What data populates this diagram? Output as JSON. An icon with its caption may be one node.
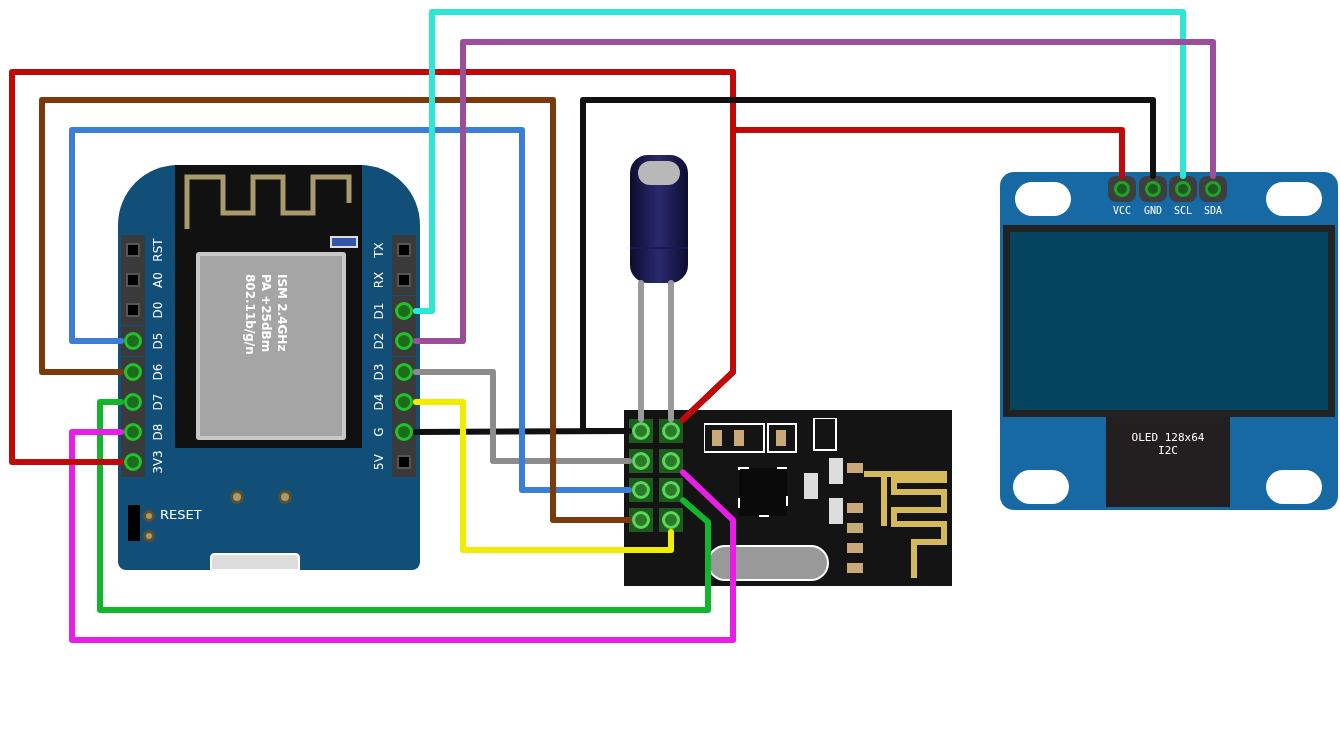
{
  "diagram": {
    "nodes": [
      {
        "text": [],
        "shape": "box"
      },
      {
        "text": [
          "RST"
        ],
        "in": 0
      },
      {
        "text": [
          "A0"
        ],
        "in": 0
      },
      {
        "text": [
          "D0"
        ],
        "in": 0
      },
      {
        "text": [
          "D5"
        ],
        "in": 0
      },
      {
        "text": [
          "D6"
        ],
        "in": 0
      },
      {
        "text": [
          "D7"
        ],
        "in": 0
      },
      {
        "text": [
          "D8"
        ],
        "in": 0
      },
      {
        "text": [
          "3V3"
        ],
        "in": 0
      },
      {
        "text": [
          "TX"
        ],
        "in": 0
      },
      {
        "text": [
          "RX"
        ],
        "in": 0
      },
      {
        "text": [
          "D1"
        ],
        "in": 0
      },
      {
        "text": [
          "D2"
        ],
        "in": 0
      },
      {
        "text": [
          "D3"
        ],
        "in": 0
      },
      {
        "text": [
          "D4"
        ],
        "in": 0
      },
      {
        "text": [
          "G"
        ],
        "in": 0
      },
      {
        "text": [
          "5V"
        ],
        "in": 0
      },
      {
        "text": [],
        "shape": "cylinder"
      },
      {
        "text": [],
        "shape": "box"
      },
      {
        "text": [],
        "shape": "circle",
        "in": 18
      },
      {
        "text": [],
        "shape": "circle",
        "in": 18
      },
      {
        "text": [],
        "shape": "circle",
        "in": 18
      },
      {
        "text": [],
        "shape": "circle",
        "in": 18
      },
      {
        "text": [],
        "shape": "circle",
        "in": 18
      },
      {
        "text": [],
        "shape": "circle",
        "in": 18
      },
      {
        "text": [],
        "shape": "circle",
        "in": 18
      },
      {
        "text": [],
        "shape": "circle",
        "in": 18
      },
      {
        "text": [
          "OLED 128x64 I2C"
        ]
      },
      {
        "text": [
          "VCC"
        ],
        "in": 27
      },
      {
        "text": [
          "GND"
        ],
        "in": 27
      },
      {
        "text": [
          "SCL"
        ],
        "in": 27
      },
      {
        "text": [
          "SDA"
        ],
        "in": 27
      }
    ],
    "edges": [
      {
        "from": 17,
        "to": 19,
        "arrow": "none",
        "color": "#9a9a9a"
      },
      {
        "from": 17,
        "to": 20,
        "arrow": "none",
        "color": "#9a9a9a"
      },
      {
        "from": 15,
        "to": 19,
        "arrow": "none",
        "color": "#111111"
      },
      {
        "from": 13,
        "to": 21,
        "arrow": "none",
        "color": "#8c8c8c"
      },
      {
        "from": 4,
        "to": 23,
        "arrow": "none",
        "color": "#3a7fd5"
      },
      {
        "from": 5,
        "to": 25,
        "arrow": "none",
        "color": "#7a3a0c"
      },
      {
        "from": 14,
        "to": 26,
        "arrow": "none",
        "color": "#f2ec00"
      },
      {
        "from": 6,
        "to": 24,
        "arrow": "none",
        "color": "#12b52b"
      },
      {
        "from": 7,
        "to": 22,
        "arrow": "none",
        "color": "#e61ee6"
      },
      {
        "from": 8,
        "to": 20,
        "arrow": "none",
        "color": "#c00a0a"
      },
      {
        "from": 28,
        "to": 20,
        "arrow": "none",
        "color": "#c00a0a"
      },
      {
        "from": 29,
        "to": 19,
        "arrow": "none",
        "color": "#111111"
      },
      {
        "from": 11,
        "to": 30,
        "arrow": "none",
        "color": "#2ee6d6"
      },
      {
        "from": 12,
        "to": 31,
        "arrow": "none",
        "color": "#9b4f9b"
      }
    ],
    "labels": [
      "ISM 2.4GHz",
      "PA +25dBm",
      "802.11b/g/n",
      "RESET"
    ]
  }
}
